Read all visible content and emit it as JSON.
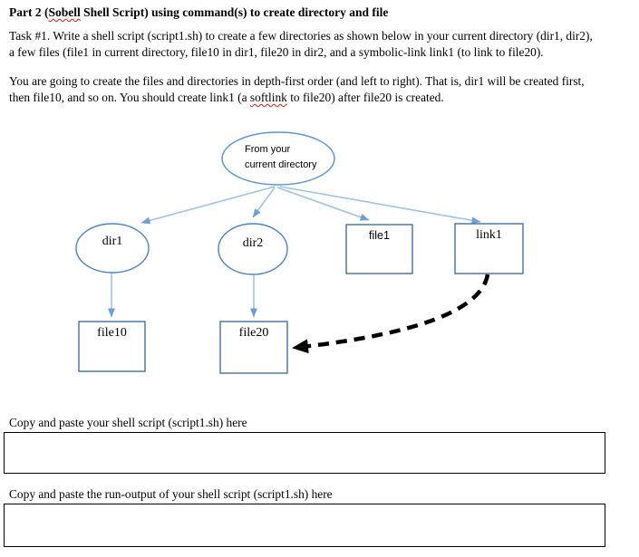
{
  "document": {
    "title": {
      "pre": "Part 2 (",
      "misspelled": "Sobell",
      "post": " Shell Script) using command(s) to create directory and file"
    },
    "task_paragraph": {
      "line1": "Task #1. Write a shell script (script1.sh) to create a few directories as shown below in your current directory (dir1, dir2),",
      "line2": "a few files (file1 in current directory, file10 in dir1, file20 in dir2, and a symbolic-link link1 (to link to file20)."
    },
    "order_paragraph": {
      "line1": "You are going to create the files and directories in depth-first order (and left to right). That is, dir1 will be created first,",
      "line2_pre": "then file10, and so on. You should create link1 (a ",
      "line2_misspelled": "softlink",
      "line2_post": " to file20) after file20 is created."
    }
  },
  "diagram": {
    "root": {
      "line1": "From your",
      "line2": "current directory"
    },
    "nodes": {
      "dir1": "dir1",
      "dir2": "dir2",
      "file1": "file1",
      "link1": "link1",
      "file10": "file10",
      "file20": "file20"
    },
    "colors": {
      "ellipse_outline": "#5b95cf",
      "rect_outline": "#41719c",
      "connector_line": "#9dc3e6",
      "connector_head": "#6fa0d4",
      "symlink_arrow": "#000000",
      "misspell_underline": "#e3170c"
    }
  },
  "answers": {
    "script_label": "Copy and paste your shell script (script1.sh) here",
    "script_value": "",
    "output_label": "Copy and paste the run-output of your shell script (script1.sh) here",
    "output_value": ""
  }
}
